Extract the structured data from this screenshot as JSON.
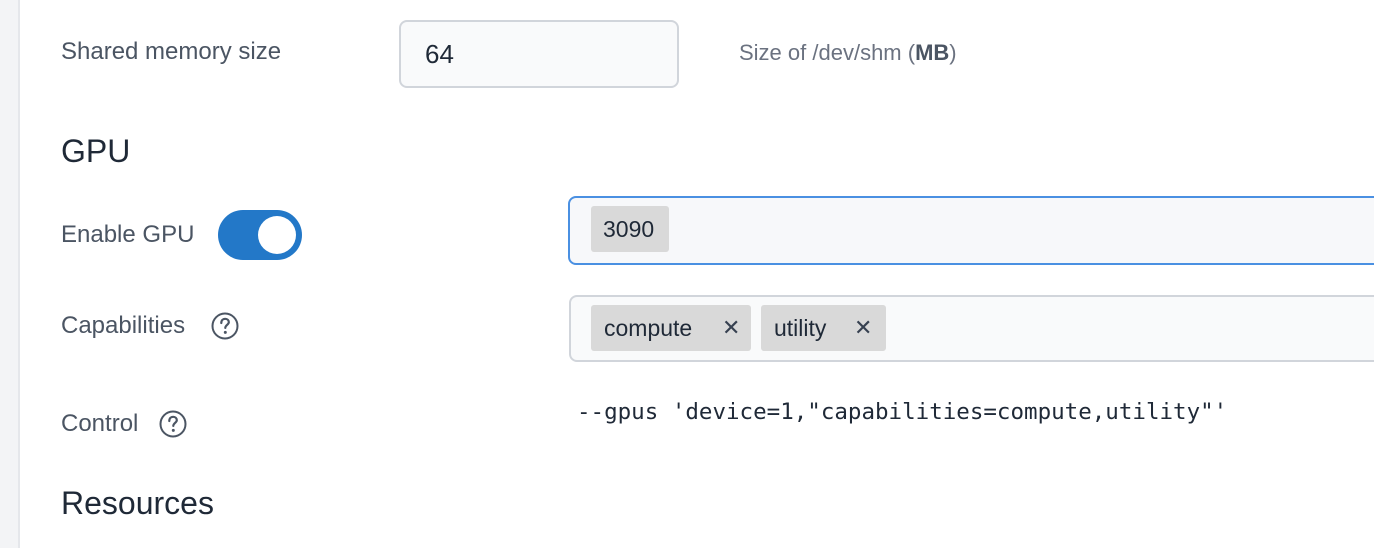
{
  "shared_memory": {
    "label": "Shared memory size",
    "value": "64",
    "hint_prefix": "Size of /dev/shm (",
    "hint_unit": "MB",
    "hint_suffix": ")"
  },
  "gpu": {
    "section_title": "GPU",
    "enable_label": "Enable GPU",
    "enabled": true,
    "selected_device": "3090",
    "capabilities_label": "Capabilities",
    "capabilities": [
      "compute",
      "utility"
    ],
    "control_label": "Control",
    "control_value": "--gpus 'device=1,\"capabilities=compute,utility\"'"
  },
  "resources": {
    "section_title": "Resources"
  },
  "colors": {
    "toggle_on": "#2378c8",
    "focus_border": "#4a90e2"
  }
}
